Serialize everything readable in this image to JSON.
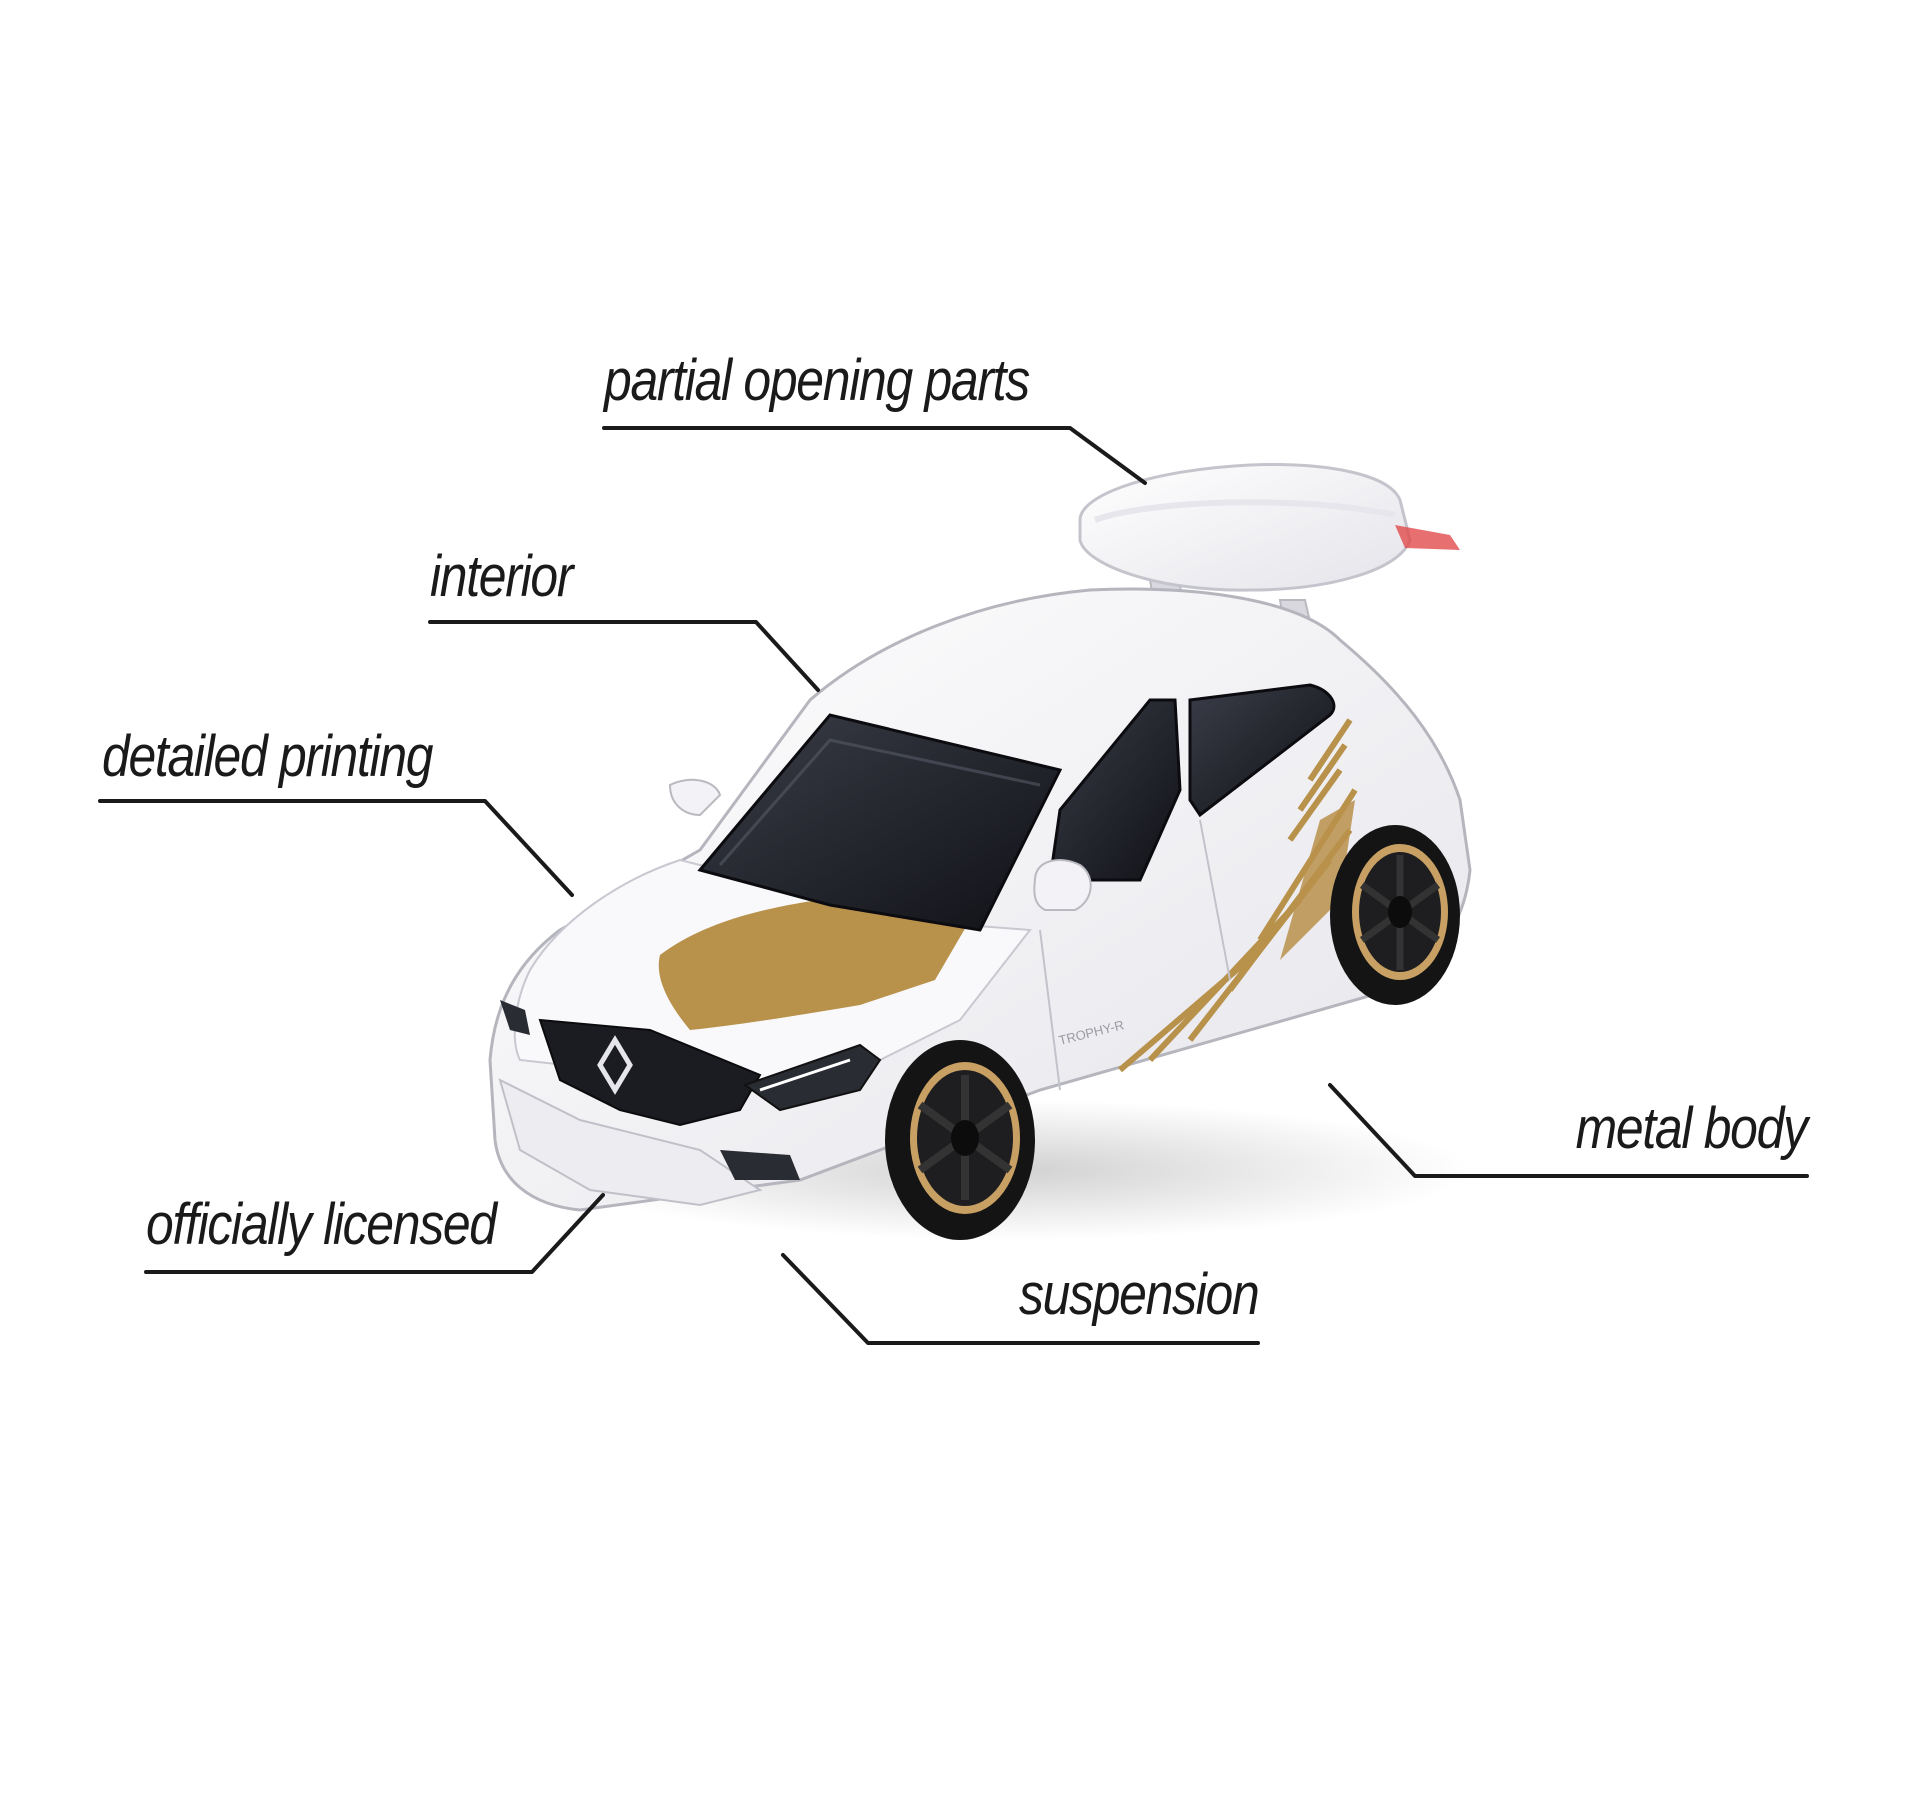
{
  "callouts": {
    "partial_opening_parts": "partial opening parts",
    "interior": "interior",
    "detailed_printing": "detailed printing",
    "metal_body": "metal body",
    "officially_licensed": "officially licensed",
    "suspension": "suspension"
  },
  "car": {
    "badge_text": "TROPHY-R",
    "body_color": "#f7f7fa",
    "accent_color": "#b8914b",
    "glass_color": "#1c1d24",
    "tire_color": "#141414",
    "rim_color": "#c9a063"
  },
  "colors": {
    "label_text": "#1a1a1a",
    "leader_line": "#1a1a1a",
    "background": "#ffffff"
  }
}
